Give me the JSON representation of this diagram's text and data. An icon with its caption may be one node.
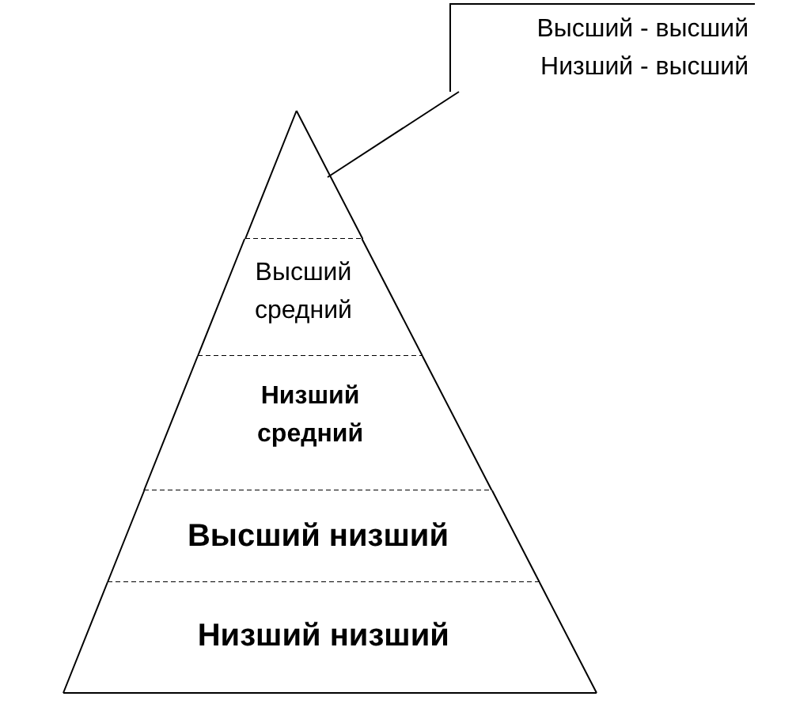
{
  "diagram": {
    "nodes": [
      {
        "text": [
          "Высший - высший",
          "Низший - высший"
        ]
      },
      {
        "text": [],
        "shape": "triangle"
      },
      {
        "text": [
          "Высший средний"
        ]
      },
      {
        "text": [
          "Низший средний"
        ]
      },
      {
        "text": [
          "Высший низший"
        ]
      },
      {
        "text": [
          "Низший низший"
        ]
      }
    ],
    "edges": [
      {
        "from": 0,
        "to": 1,
        "arrow": "none"
      }
    ]
  }
}
